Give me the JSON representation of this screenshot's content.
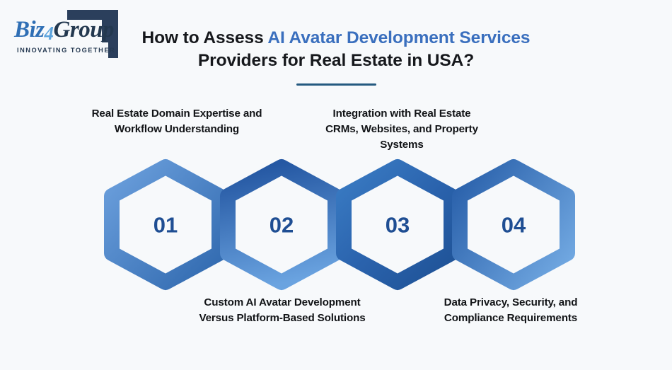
{
  "background_color": "#f7f9fb",
  "logo": {
    "name_part1": "Biz",
    "name_part2": "4",
    "name_part3": "Group",
    "tagline": "INNOVATING TOGETHER",
    "mark_color": "#2b3f5c",
    "biz_color": "#2f6fb5",
    "group_color": "#23384f"
  },
  "heading": {
    "line1_plain": "How to Assess ",
    "line1_highlight": "AI Avatar Development Services",
    "line2": "Providers for Real Estate in USA?",
    "highlight_color": "#3a6fbe",
    "text_color": "#16181c",
    "divider_color": "#255a80"
  },
  "steps": [
    {
      "number": "01",
      "caption": "Real Estate Domain Expertise and Workflow Understanding",
      "caption_position": "above",
      "stroke_from": "#6ca0dd",
      "stroke_to": "#2f68ae",
      "number_color": "#1f4e93"
    },
    {
      "number": "02",
      "caption": "Custom AI Avatar Development Versus Platform-Based Solutions",
      "caption_position": "below",
      "stroke_from": "#2558a3",
      "stroke_to": "#6aa3e0",
      "number_color": "#1f4e93"
    },
    {
      "number": "03",
      "caption": "Integration with Real Estate CRMs, Websites, and Property Systems",
      "caption_position": "above",
      "stroke_from": "#3a7cc4",
      "stroke_to": "#1f5397",
      "number_color": "#1f4e93"
    },
    {
      "number": "04",
      "caption": "Data Privacy, Security, and Compliance Requirements",
      "caption_position": "below",
      "stroke_from": "#2a61ab",
      "stroke_to": "#72a9e2",
      "number_color": "#1f4e93"
    }
  ]
}
